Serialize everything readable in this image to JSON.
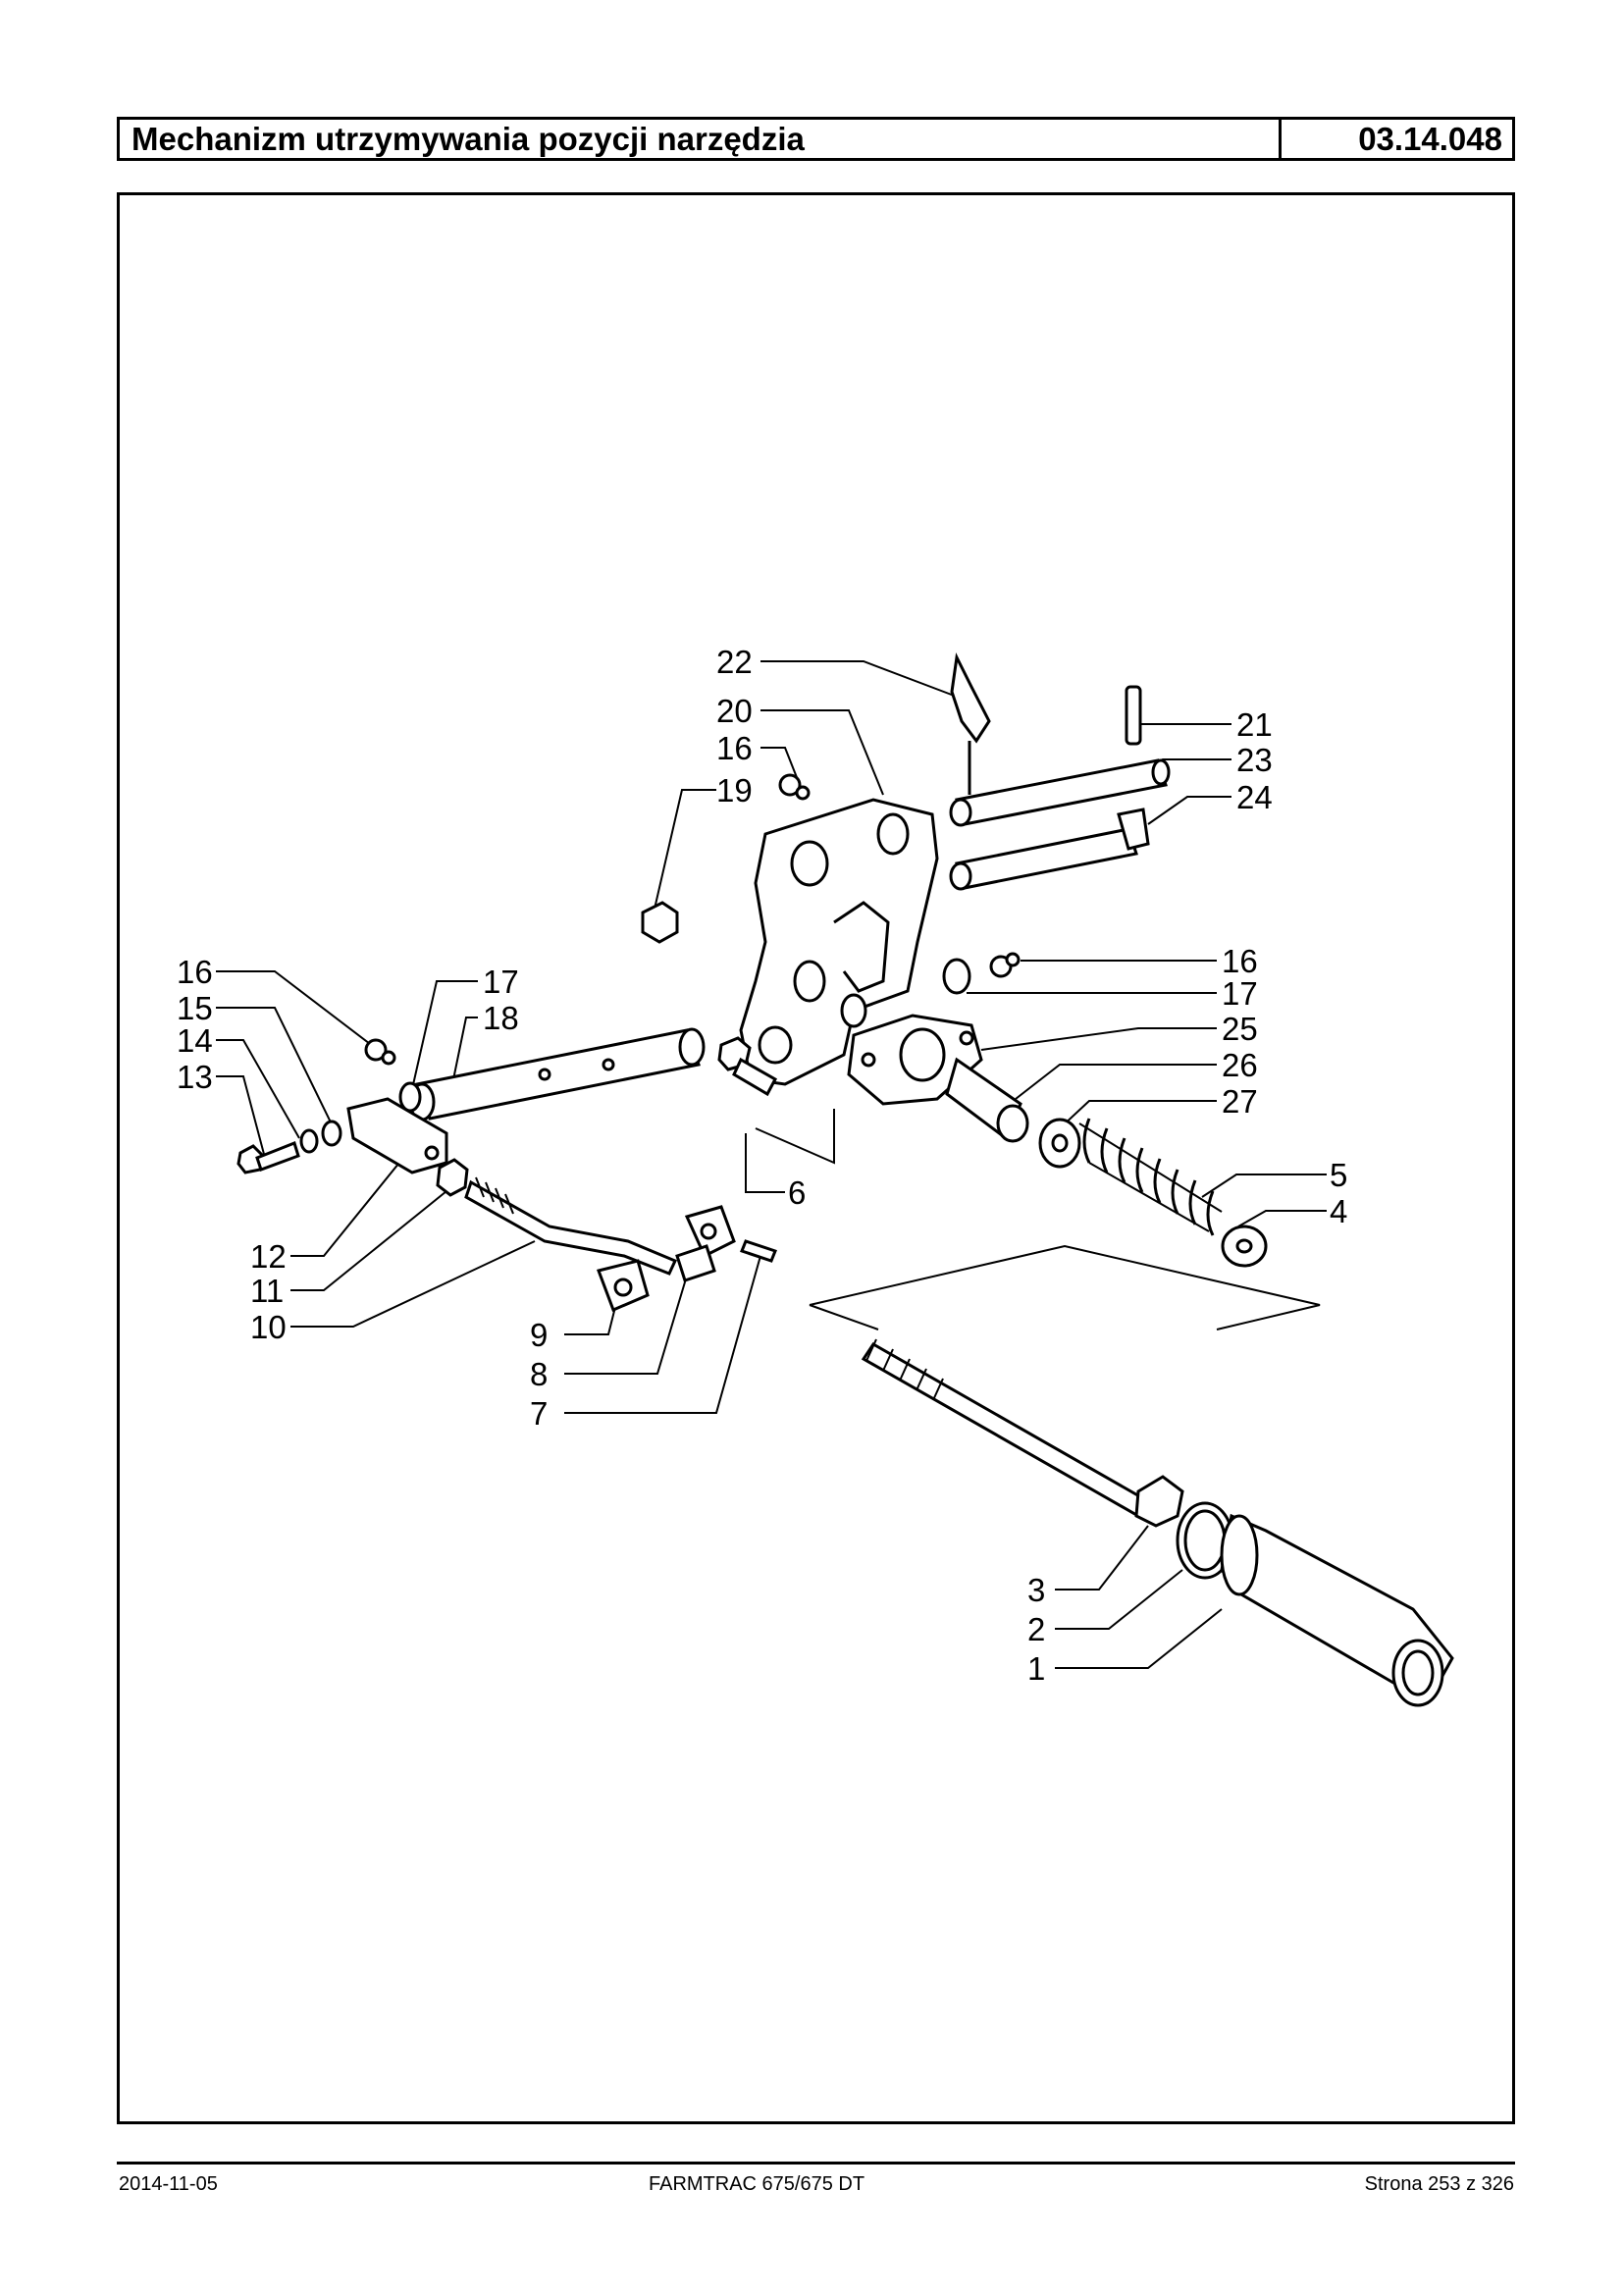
{
  "header": {
    "title": "Mechanizm utrzymywania pozycji narzędzia",
    "code": "03.14.048"
  },
  "callouts": {
    "c22": "22",
    "c20": "20",
    "c16a": "16",
    "c19": "19",
    "c21": "21",
    "c23": "23",
    "c24": "24",
    "c16b": "16",
    "c17b": "17",
    "c25": "25",
    "c26": "26",
    "c27": "27",
    "c5": "5",
    "c4": "4",
    "c16c": "16",
    "c15": "15",
    "c14": "14",
    "c13": "13",
    "c17a": "17",
    "c18": "18",
    "c6": "6",
    "c12": "12",
    "c11": "11",
    "c10": "10",
    "c9": "9",
    "c8": "8",
    "c7": "7",
    "c3": "3",
    "c2": "2",
    "c1": "1"
  },
  "footer": {
    "date": "2014-11-05",
    "model": "FARMTRAC 675/675 DT",
    "page": "Strona 253 z 326"
  }
}
